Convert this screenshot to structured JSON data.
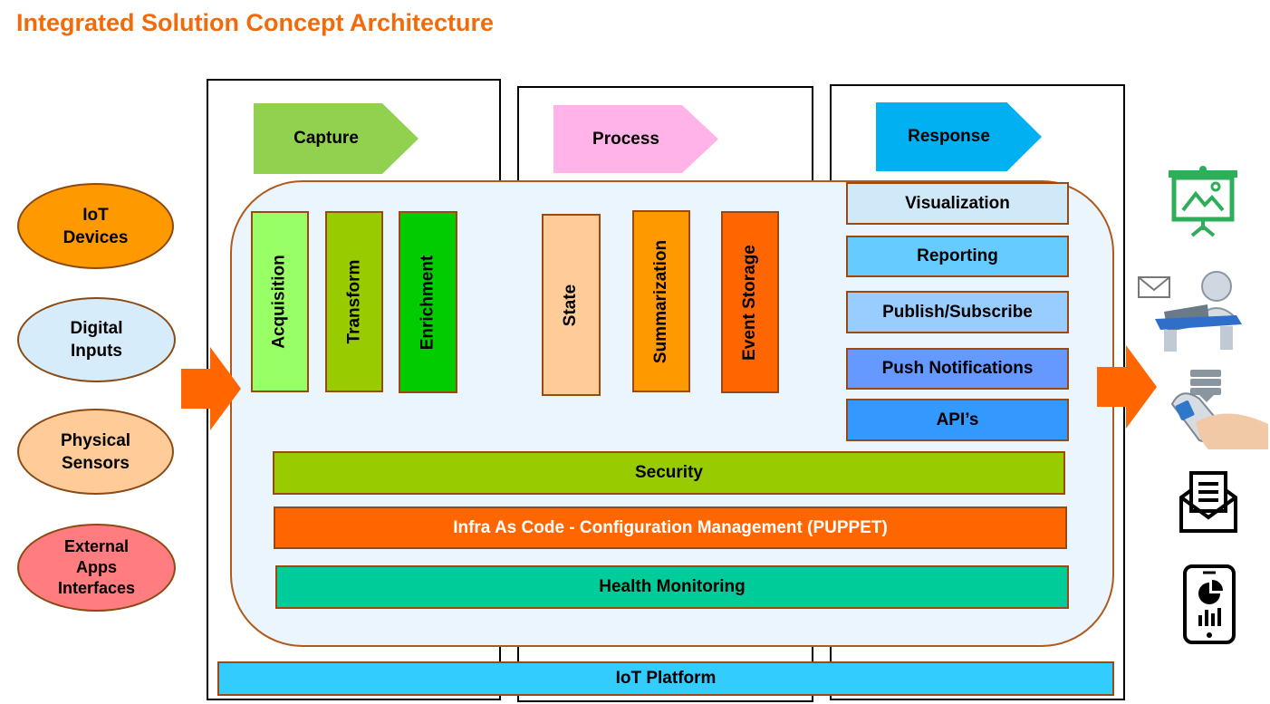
{
  "title": "Integrated Solution Concept Architecture",
  "sources": [
    {
      "label": "IoT\nDevices",
      "color": "#ff9900"
    },
    {
      "label": "Digital\nInputs",
      "color": "#d6ecfb"
    },
    {
      "label": "Physical\nSensors",
      "color": "#ffcc99"
    },
    {
      "label": "External\nApps\nInterfaces",
      "color": "#ff7c80"
    }
  ],
  "stages": {
    "capture": {
      "label": "Capture",
      "color": "#92d050"
    },
    "process": {
      "label": "Process",
      "color": "#ffb3e6"
    },
    "response": {
      "label": "Response",
      "color": "#00b0f0"
    }
  },
  "capture_items": [
    {
      "label": "Acquisition",
      "color": "#99ff66"
    },
    {
      "label": "Transform",
      "color": "#99cc00"
    },
    {
      "label": "Enrichment",
      "color": "#00cc00"
    }
  ],
  "process_items": [
    {
      "label": "State",
      "color": "#ffcc99"
    },
    {
      "label": "Summarization",
      "color": "#ff9900"
    },
    {
      "label": "Event Storage",
      "color": "#ff6600"
    }
  ],
  "response_items": [
    {
      "label": "Visualization",
      "color": "#cfe9f8"
    },
    {
      "label": "Reporting",
      "color": "#66ccff"
    },
    {
      "label": "Publish/Subscribe",
      "color": "#99ccff"
    },
    {
      "label": "Push Notifications",
      "color": "#6699ff"
    },
    {
      "label": "API’s",
      "color": "#3399ff"
    }
  ],
  "layers": {
    "security": {
      "label": "Security",
      "color": "#99cc00"
    },
    "infra": {
      "label": "Infra As Code - Configuration Management (PUPPET)",
      "color": "#ff6600"
    },
    "health": {
      "label": "Health Monitoring",
      "color": "#00cc99"
    },
    "platform": {
      "label": "IoT Platform",
      "color": "#33ccff"
    }
  },
  "outputs": [
    "presentation-board-icon",
    "mail-desk-computer-icon",
    "mobile-phone-hand-icon",
    "envelope-letter-icon",
    "mobile-dashboard-icon"
  ],
  "colors": {
    "arrow": "#ff6600",
    "title": "#f26b0a"
  }
}
